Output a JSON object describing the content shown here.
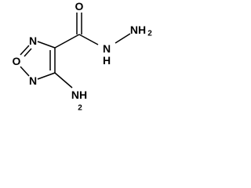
{
  "molecule": {
    "labels": {
      "carbonyl_oxygen": "O",
      "ring_nitrogen_top": "N",
      "ring_oxygen": "O",
      "ring_nitrogen_bottom": "N",
      "hydrazide_nh": "N",
      "hydrazide_nh_h": "H",
      "hydrazide_nh2": "NH",
      "hydrazide_nh2_subscript": "2",
      "amino_group": "NH",
      "amino_group_subscript": "2"
    }
  }
}
